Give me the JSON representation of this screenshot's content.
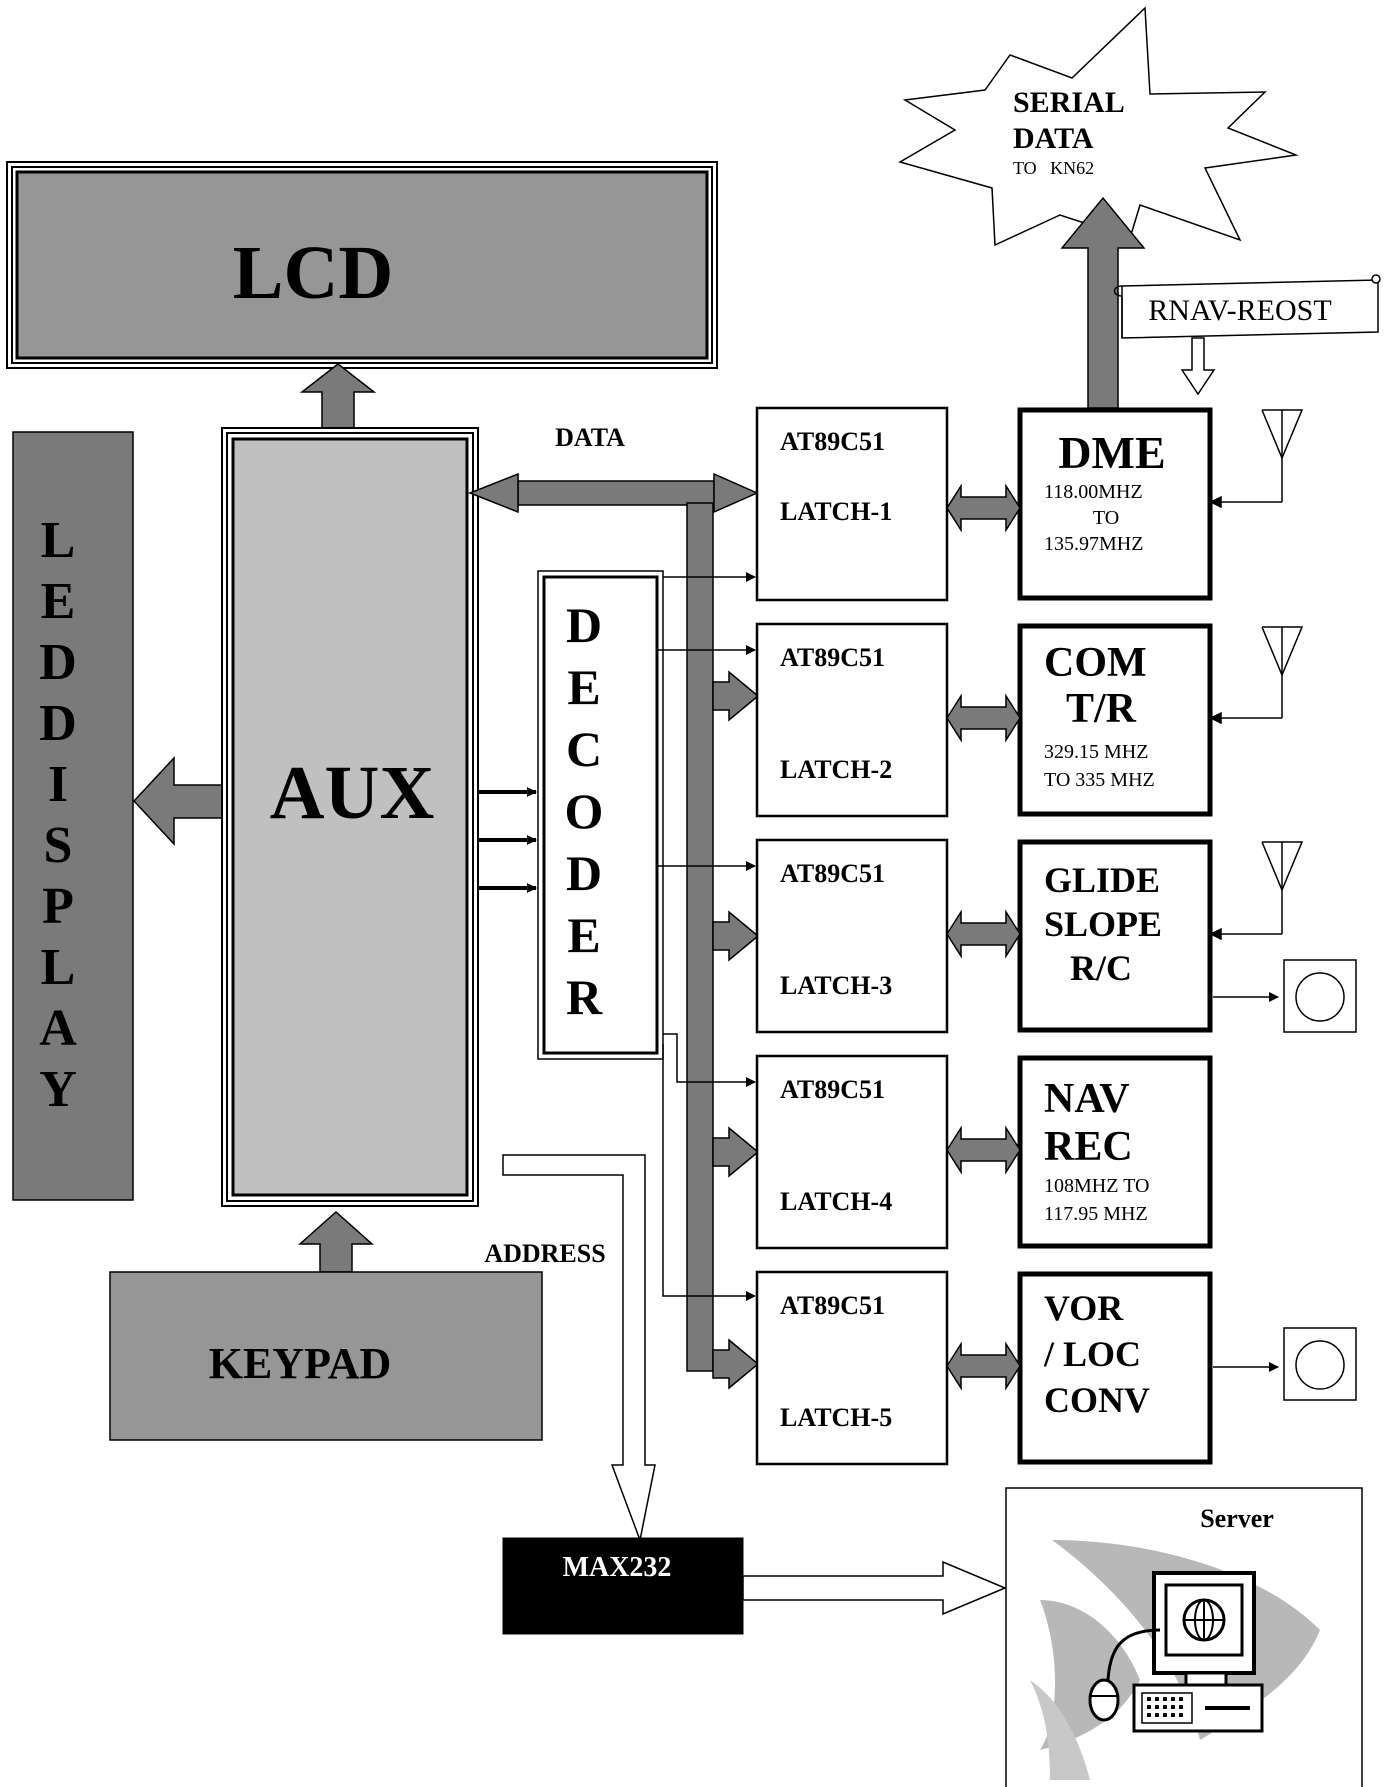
{
  "colors": {
    "gray_dark": "#7a7a7a",
    "gray_mid": "#969696",
    "gray_light": "#c0c0c0",
    "black": "#000000",
    "white": "#ffffff"
  },
  "blocks": {
    "lcd": "LCD",
    "aux": "AUX",
    "keypad": "KEYPAD",
    "led_letters": [
      "L",
      "E",
      "D",
      "D",
      "I",
      "S",
      "P",
      "L",
      "A",
      "Y"
    ],
    "decoder_letters": [
      "D",
      "E",
      "C",
      "O",
      "D",
      "E",
      "R"
    ],
    "max232": "MAX232",
    "server": "Server"
  },
  "bus_labels": {
    "data": "DATA",
    "address": "ADDRESS"
  },
  "serial": {
    "line1": "SERIAL",
    "line2": "DATA",
    "line3": "TO   KN62"
  },
  "rnav": "RNAV-REOST",
  "latches": [
    {
      "chip": "AT89C51",
      "label": "LATCH-1"
    },
    {
      "chip": "AT89C51",
      "label": "LATCH-2"
    },
    {
      "chip": "AT89C51",
      "label": "LATCH-3"
    },
    {
      "chip": "AT89C51",
      "label": "LATCH-4"
    },
    {
      "chip": "AT89C51",
      "label": "LATCH-5"
    }
  ],
  "modules": [
    {
      "name": "dme",
      "lines": [
        "DME"
      ],
      "sub": [
        "118.00MHZ",
        "TO",
        "135.97MHZ"
      ]
    },
    {
      "name": "com",
      "lines": [
        "COM",
        "T/R"
      ],
      "sub": [
        "329.15 MHZ",
        "TO 335 MHZ"
      ]
    },
    {
      "name": "glide",
      "lines": [
        "GLIDE",
        "SLOPE",
        "R/C"
      ],
      "sub": []
    },
    {
      "name": "nav",
      "lines": [
        "NAV",
        "REC"
      ],
      "sub": [
        "108MHZ TO",
        "117.95 MHZ"
      ]
    },
    {
      "name": "vor",
      "lines": [
        "VOR",
        "/ LOC",
        "CONV"
      ],
      "sub": []
    }
  ]
}
